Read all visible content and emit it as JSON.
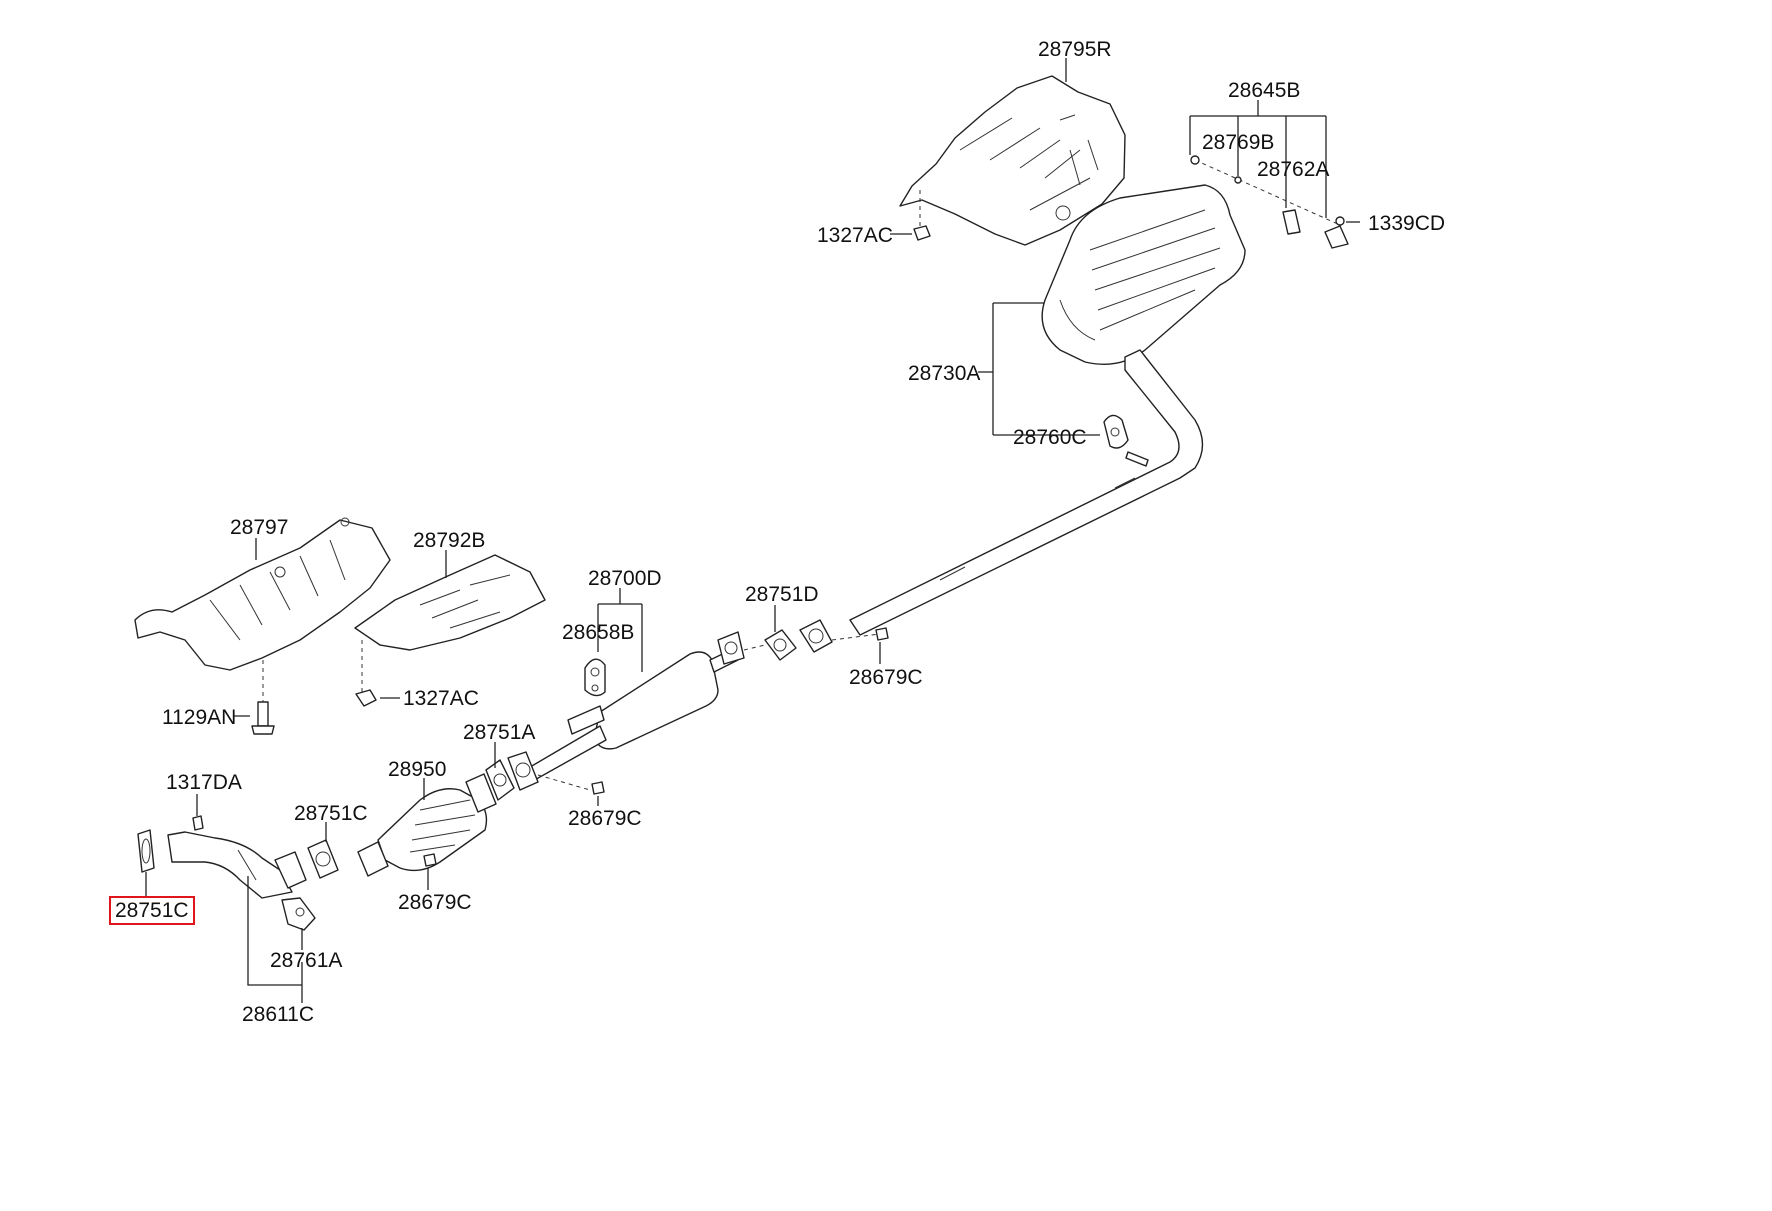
{
  "highlight_color": "#e0151b",
  "labels": {
    "p28795R": "28795R",
    "p28645B": "28645B",
    "p28769B": "28769B",
    "p28762A": "28762A",
    "p1339CD": "1339CD",
    "p1327AC_top": "1327AC",
    "p28730A": "28730A",
    "p28760C": "28760C",
    "p28797": "28797",
    "p28792B": "28792B",
    "p28700D": "28700D",
    "p28658B": "28658B",
    "p28751D": "28751D",
    "p28679C_right": "28679C",
    "p1327AC_mid": "1327AC",
    "p1129AN": "1129AN",
    "p28751A": "28751A",
    "p28950": "28950",
    "p1317DA": "1317DA",
    "p28751C_mid": "28751C",
    "p28679C_mid": "28679C",
    "p28679C_low": "28679C",
    "p28751C_selected": "28751C",
    "p28761A": "28761A",
    "p28611C": "28611C"
  }
}
